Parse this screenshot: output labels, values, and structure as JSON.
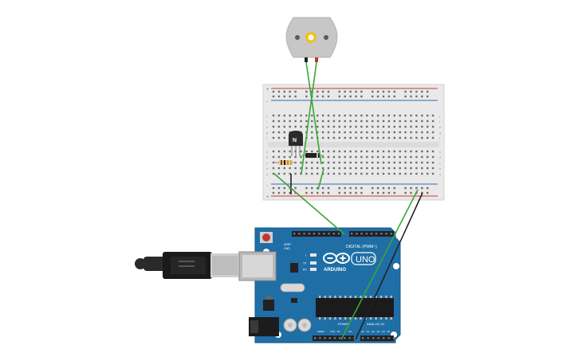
{
  "motor": {
    "name": "dc-motor"
  },
  "transistor": {
    "label": "N"
  },
  "breadboard": {
    "plus_label": "+",
    "minus_label": "-",
    "row_letters_top": [
      "j",
      "i",
      "h",
      "g",
      "f"
    ],
    "row_letters_bottom": [
      "e",
      "d",
      "c",
      "b",
      "a"
    ]
  },
  "arduino": {
    "brand": "ARDUINO",
    "model": "UNO",
    "digital_header": "DIGITAL (PWM~)",
    "power_label": "POWER",
    "analog_label": "ANALOG IN",
    "aref": "AREF",
    "gnd": "GND",
    "tx": "TX",
    "rx": "RX",
    "l_led": "L",
    "ioref": "IOREF",
    "reset": "RESET",
    "v33": "3.3V",
    "v5": "5V",
    "vin": "Vin",
    "analog_pins": [
      "A0",
      "A1",
      "A2",
      "A3",
      "A4",
      "A5"
    ]
  },
  "colors": {
    "wire_green": "#3aa637",
    "wire_black": "#222222",
    "board_blue": "#1f6ea6",
    "breadboard": "#e9e9e9",
    "rail_red": "#d6352b",
    "rail_blue": "#2f6fb4"
  }
}
